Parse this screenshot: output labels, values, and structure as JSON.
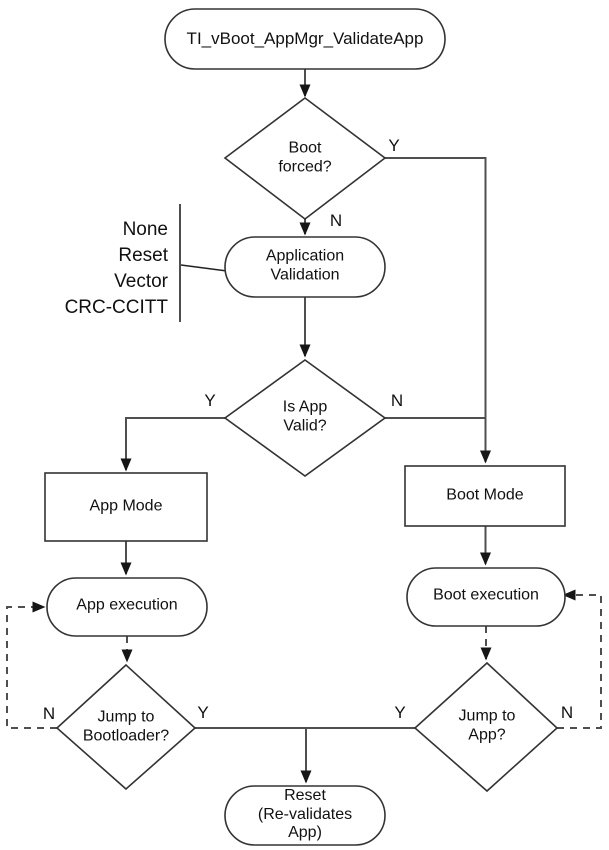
{
  "flowchart": {
    "nodes": {
      "start": "TI_vBoot_AppMgr_ValidateApp",
      "boot_forced": "Boot\nforced?",
      "application_validation": "Application\nValidation",
      "validation_options": "None\nReset\nVector\nCRC-CCITT",
      "is_app_valid": "Is App\nValid?",
      "app_mode": "App Mode",
      "boot_mode": "Boot Mode",
      "app_execution": "App execution",
      "boot_execution": "Boot execution",
      "jump_to_bootloader": "Jump to\nBootloader?",
      "jump_to_app": "Jump to\nApp?",
      "reset": "Reset\n(Re-validates\nApp)"
    },
    "edge_labels": {
      "boot_forced_yes": "Y",
      "boot_forced_no": "N",
      "is_app_valid_yes": "Y",
      "is_app_valid_no": "N",
      "jump_to_bootloader_no": "N",
      "jump_to_bootloader_yes": "Y",
      "jump_to_app_yes": "Y",
      "jump_to_app_no": "N"
    },
    "colors": {
      "background": "#ffffff",
      "shape_stroke": "#333333",
      "connector_stroke": "#4f4f4f",
      "arrowhead_fill": "#161616",
      "text": "#111111"
    }
  }
}
